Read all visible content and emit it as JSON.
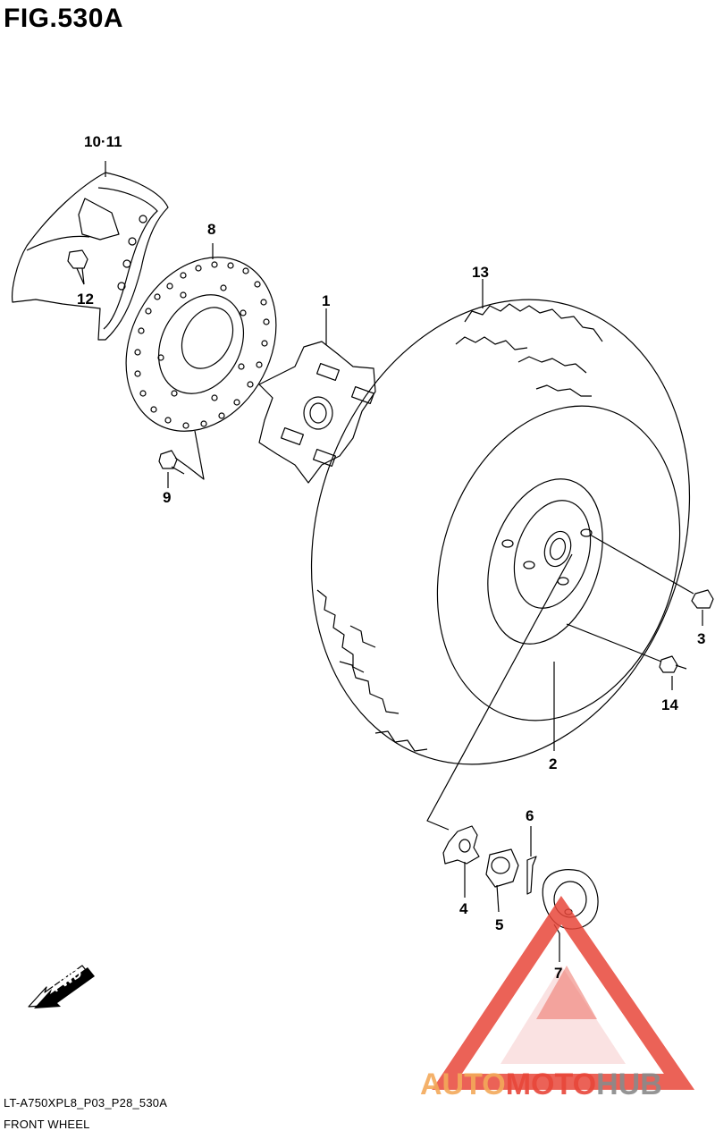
{
  "figure": {
    "title": "FIG.530A"
  },
  "callouts": {
    "p1": "1",
    "p2": "2",
    "p3": "3",
    "p4": "4",
    "p5": "5",
    "p6": "6",
    "p7": "7",
    "p8": "8",
    "p9": "9",
    "p10_11": "10·11",
    "p12": "12",
    "p13": "13",
    "p14": "14"
  },
  "fwd": {
    "label": "FWD"
  },
  "footer": {
    "code": "LT-A750XPL8_P03_P28_530A",
    "caption": "FRONT WHEEL"
  },
  "watermark": {
    "part1": "AUTO",
    "part2": "MOTO",
    "part3": "HUB",
    "color_primary": "#e8473a",
    "color_secondary": "#f3a95a",
    "color_tertiary": "#8a8a8a"
  }
}
